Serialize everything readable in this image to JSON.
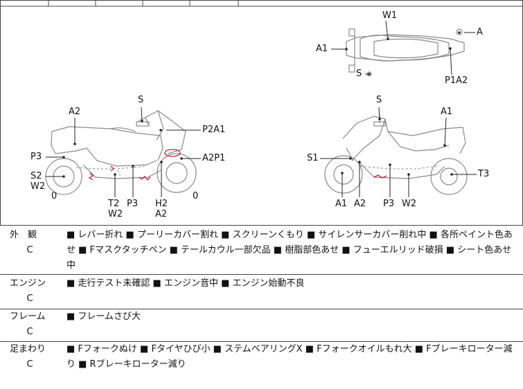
{
  "diagram": {
    "top_view": {
      "labels": [
        "W1",
        "A",
        "A1",
        "S",
        "P1A2"
      ]
    },
    "left_side": {
      "labels": [
        "A2",
        "S",
        "P2A1",
        "P3",
        "A2P1",
        "S2",
        "W2",
        "0",
        "T2",
        "W2",
        "P3",
        "H2",
        "A2",
        "0"
      ]
    },
    "right_side": {
      "labels": [
        "S",
        "A1",
        "S1",
        "T3",
        "A1",
        "A2",
        "P3",
        "W2"
      ]
    }
  },
  "rows": [
    {
      "category": "外　観",
      "grade": "C",
      "text": "■ レバー折れ ■ プーリーカバー割れ ■ スクリーンくもり ■ サイレンサーカバー削れ中 ■ 各所ペイント色あせ ■ Fマスクタッチペン ■ テールカウル一部欠品 ■ 樹脂部色あせ ■ フューエルリッド破損 ■ シート色あせ中"
    },
    {
      "category": "エンジン",
      "grade": "C",
      "text": "■ 走行テスト未確認 ■ エンジン音中 ■ エンジン始動不良"
    },
    {
      "category": "フレーム",
      "grade": "C",
      "text": "■ フレームさび大"
    },
    {
      "category": "足まわり",
      "grade": "C",
      "text": "■ Fフォークぬけ ■ Fタイヤひび小 ■ ステムベアリングX ■ Fフォークオイルもれ大 ■ Fブレーキローター減り ■ Rブレーキローター減り"
    }
  ]
}
